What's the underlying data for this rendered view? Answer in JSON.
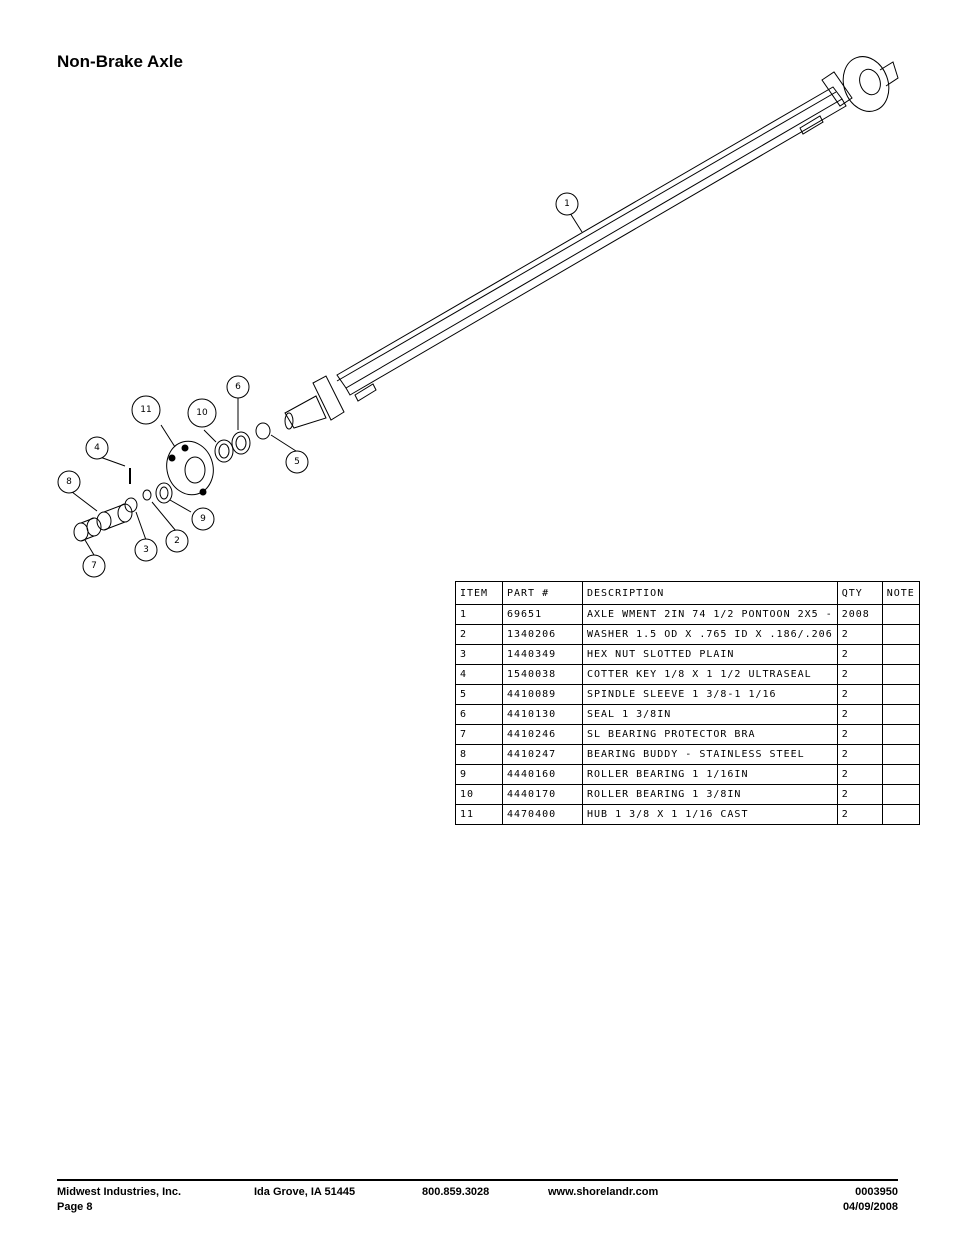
{
  "page": {
    "title": "Non-Brake Axle"
  },
  "callouts": [
    "1",
    "2",
    "3",
    "4",
    "5",
    "6",
    "7",
    "8",
    "9",
    "10",
    "11"
  ],
  "table": {
    "headers": [
      "ITEM",
      "PART #",
      "DESCRIPTION",
      "QTY",
      "NOTE"
    ],
    "rows": [
      [
        "1",
        "69651",
        "AXLE WMENT 2IN 74 1/2 PONTOON 2X5 -",
        "2008",
        ""
      ],
      [
        "2",
        "1340206",
        "WASHER 1.5 OD X .765 ID X .186/.206",
        "2",
        ""
      ],
      [
        "3",
        "1440349",
        "HEX NUT SLOTTED PLAIN",
        "2",
        ""
      ],
      [
        "4",
        "1540038",
        "COTTER KEY 1/8 X 1 1/2 ULTRASEAL",
        "2",
        ""
      ],
      [
        "5",
        "4410089",
        "SPINDLE SLEEVE 1 3/8-1 1/16",
        "2",
        ""
      ],
      [
        "6",
        "4410130",
        "SEAL 1 3/8IN",
        "2",
        ""
      ],
      [
        "7",
        "4410246",
        "SL BEARING PROTECTOR BRA",
        "2",
        ""
      ],
      [
        "8",
        "4410247",
        "BEARING BUDDY - STAINLESS STEEL",
        "2",
        ""
      ],
      [
        "9",
        "4440160",
        "ROLLER BEARING 1 1/16IN",
        "2",
        ""
      ],
      [
        "10",
        "4440170",
        "ROLLER BEARING 1 3/8IN",
        "2",
        ""
      ],
      [
        "11",
        "4470400",
        "HUB 1 3/8 X 1 1/16 CAST",
        "2",
        ""
      ]
    ]
  },
  "footer": {
    "company": "Midwest Industries, Inc.",
    "page": "Page 8",
    "location": "Ida Grove, IA  51445",
    "phone": "800.859.3028",
    "website": "www.shorelandr.com",
    "doc_number": "0003950",
    "date": "04/09/2008"
  }
}
